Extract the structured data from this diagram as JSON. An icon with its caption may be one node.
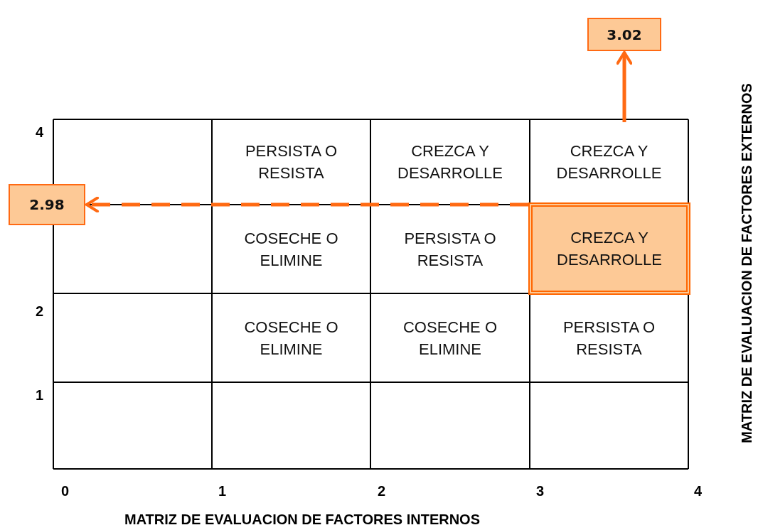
{
  "diagram": {
    "nodes": [
      {
        "text": [
          "3.02"
        ]
      },
      {
        "text": [
          "PERSISTA O RESISTA"
        ]
      },
      {
        "text": [
          "CREZCA Y DESARROLLE"
        ]
      },
      {
        "text": [
          "CREZCA Y DESARROLLE"
        ]
      },
      {
        "text": [
          "COSECHE O ELIMINE"
        ]
      },
      {
        "text": [
          "PERSISTA O RESISTA"
        ]
      },
      {
        "text": [
          "CREZCA Y DESARROLLE"
        ]
      },
      {
        "text": [
          "COSECHE O ELIMINE"
        ]
      },
      {
        "text": [
          "COSECHE O ELIMINE"
        ]
      },
      {
        "text": [
          "PERSISTA O RESISTA"
        ]
      },
      {
        "text": [
          "2.98"
        ]
      }
    ],
    "edges": [
      {
        "from": 3,
        "to": 0,
        "arrow": "to"
      },
      {
        "from": 6,
        "to": 10,
        "arrow": "to",
        "style": "dashed"
      }
    ],
    "labels": [
      "4",
      "2",
      "1",
      "0",
      "1",
      "2",
      "3",
      "4",
      "MATRIZ DE EVALUACION DE FACTORES INTERNOS",
      "MATRIZ DE EVALUACION DE FACTORES EXTERNOS"
    ]
  }
}
